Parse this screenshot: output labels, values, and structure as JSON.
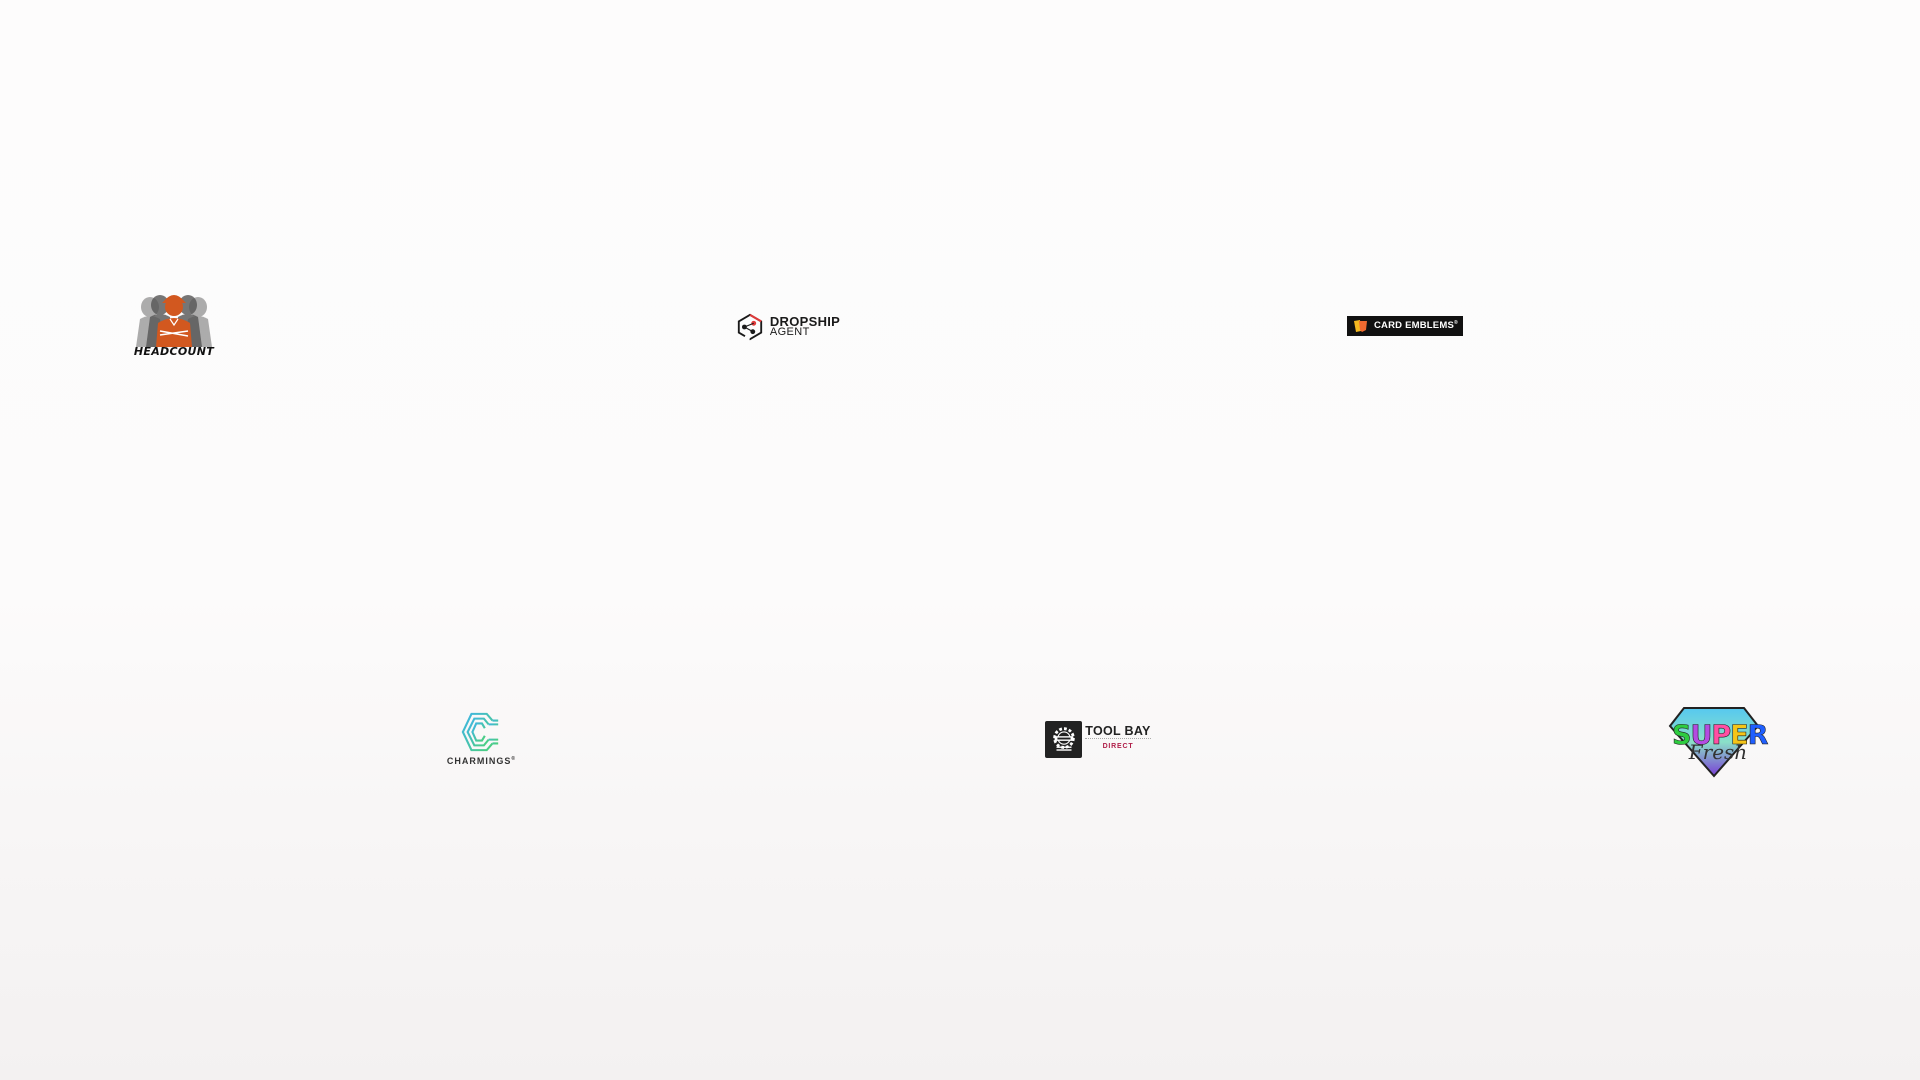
{
  "page": {
    "background_top": "#fdfcfc",
    "background_bottom": "#f3f1f1"
  },
  "logos": [
    {
      "id": "headcount",
      "name": "Headcount",
      "text": "HEADCOUNT",
      "colors": {
        "primary": "#d2581f",
        "shadow": "#555555",
        "text": "#111111"
      }
    },
    {
      "id": "dropship-agent",
      "name": "Dropship Agent",
      "title": "DROPSHIP",
      "subtitle": "AGENT",
      "colors": {
        "accent": "#e03a3a",
        "text": "#1a1a1a"
      }
    },
    {
      "id": "card-emblems",
      "name": "Card Emblems",
      "text": "CARD EMBLEMS",
      "reg": "®",
      "colors": {
        "background": "#111111",
        "card_front": "#f08030",
        "card_back": "#f5b820",
        "text": "#ffffff"
      }
    },
    {
      "id": "charmings",
      "name": "Charmings",
      "text": "CHARMINGS",
      "reg": "®",
      "colors": {
        "blue": "#3fb4e8",
        "green": "#4cd07a",
        "text": "#333333"
      }
    },
    {
      "id": "tool-bay-direct",
      "name": "Tool Bay Direct",
      "title": "TOOL BAY",
      "subtitle": "DIRECT",
      "colors": {
        "box": "#222222",
        "text": "#222222",
        "subtitle": "#b0204a"
      }
    },
    {
      "id": "super-fresh",
      "name": "Super Fresh",
      "letters": [
        "S",
        "U",
        "P",
        "E",
        "R"
      ],
      "letter_colors": [
        "#2ecc40",
        "#b44be1",
        "#ff4fa3",
        "#f5c518",
        "#1f5fff"
      ],
      "script": "Fresh",
      "colors": {
        "diamond_top": "#56c8f0",
        "diamond_bottom": "#7a3fd6",
        "outline": "#222222"
      }
    }
  ]
}
